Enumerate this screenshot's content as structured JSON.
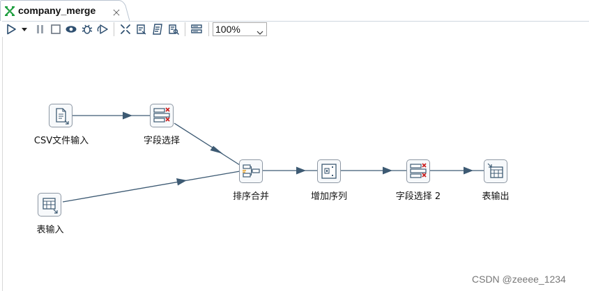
{
  "tab": {
    "title": "company_merge",
    "icon": "transformation-icon",
    "accent": "#1e9e3e"
  },
  "toolbar": {
    "buttons": [
      "run-icon",
      "run-options-chevron-icon",
      "pause-icon",
      "stop-icon",
      "preview-icon",
      "debug-icon",
      "replay-icon",
      "verify-icon",
      "impact-analysis-icon",
      "sql-icon",
      "explore-database-icon",
      "show-results-icon"
    ],
    "zoom": "100%"
  },
  "steps": [
    {
      "id": "csv_input",
      "label": "CSV文件输入",
      "icon": "csv-file-input-icon"
    },
    {
      "id": "select_values_1",
      "label": "字段选择",
      "icon": "select-values-icon"
    },
    {
      "id": "table_input",
      "label": "表输入",
      "icon": "table-input-icon"
    },
    {
      "id": "sorted_merge",
      "label": "排序合并",
      "icon": "sorted-merge-icon"
    },
    {
      "id": "add_sequence",
      "label": "增加序列",
      "icon": "add-sequence-icon"
    },
    {
      "id": "select_values_2",
      "label": "字段选择 2",
      "icon": "select-values-icon"
    },
    {
      "id": "table_output",
      "label": "表输出",
      "icon": "table-output-icon"
    }
  ],
  "hops": [
    {
      "from": "csv_input",
      "to": "select_values_1"
    },
    {
      "from": "select_values_1",
      "to": "sorted_merge"
    },
    {
      "from": "table_input",
      "to": "sorted_merge"
    },
    {
      "from": "sorted_merge",
      "to": "add_sequence"
    },
    {
      "from": "add_sequence",
      "to": "select_values_2"
    },
    {
      "from": "select_values_2",
      "to": "table_output"
    }
  ],
  "colors": {
    "hop": "#3d5a73",
    "step_border": "#8d97a3",
    "delete_mark": "#cc2222"
  },
  "watermark": "CSDN @zeeee_1234"
}
